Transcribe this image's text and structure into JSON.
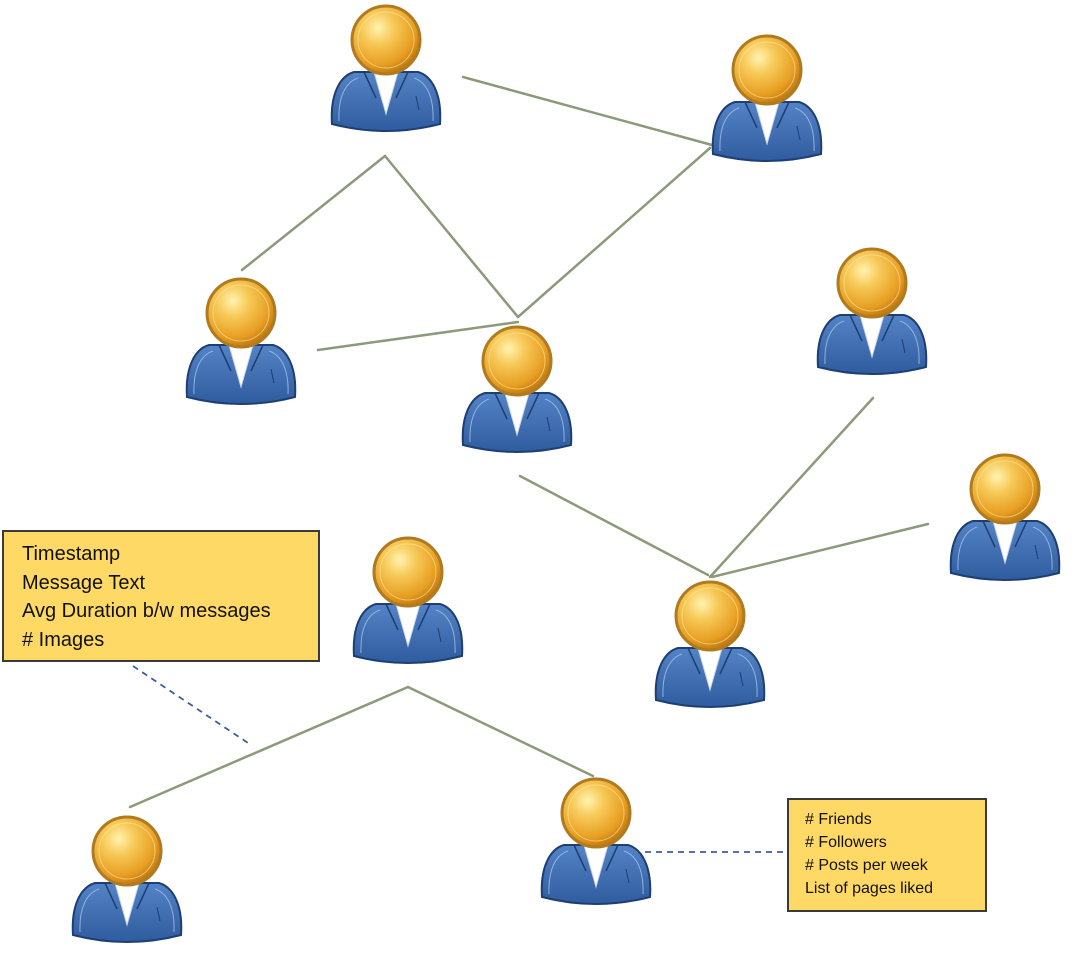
{
  "edge_attributes_box": {
    "lines": [
      "Timestamp",
      "Message Text",
      "Avg Duration b/w messages",
      "# Images"
    ]
  },
  "node_attributes_box": {
    "lines": [
      "# Friends",
      "# Followers",
      "# Posts per week",
      "List of pages liked"
    ]
  },
  "colors": {
    "edge_line": "#8c9a7a",
    "callout_line": "#3d5f99",
    "note_fill": "#ffd966",
    "person_body": "#3a67a8",
    "person_head": "#f1a92f"
  },
  "icons": {
    "person": "person-icon"
  }
}
